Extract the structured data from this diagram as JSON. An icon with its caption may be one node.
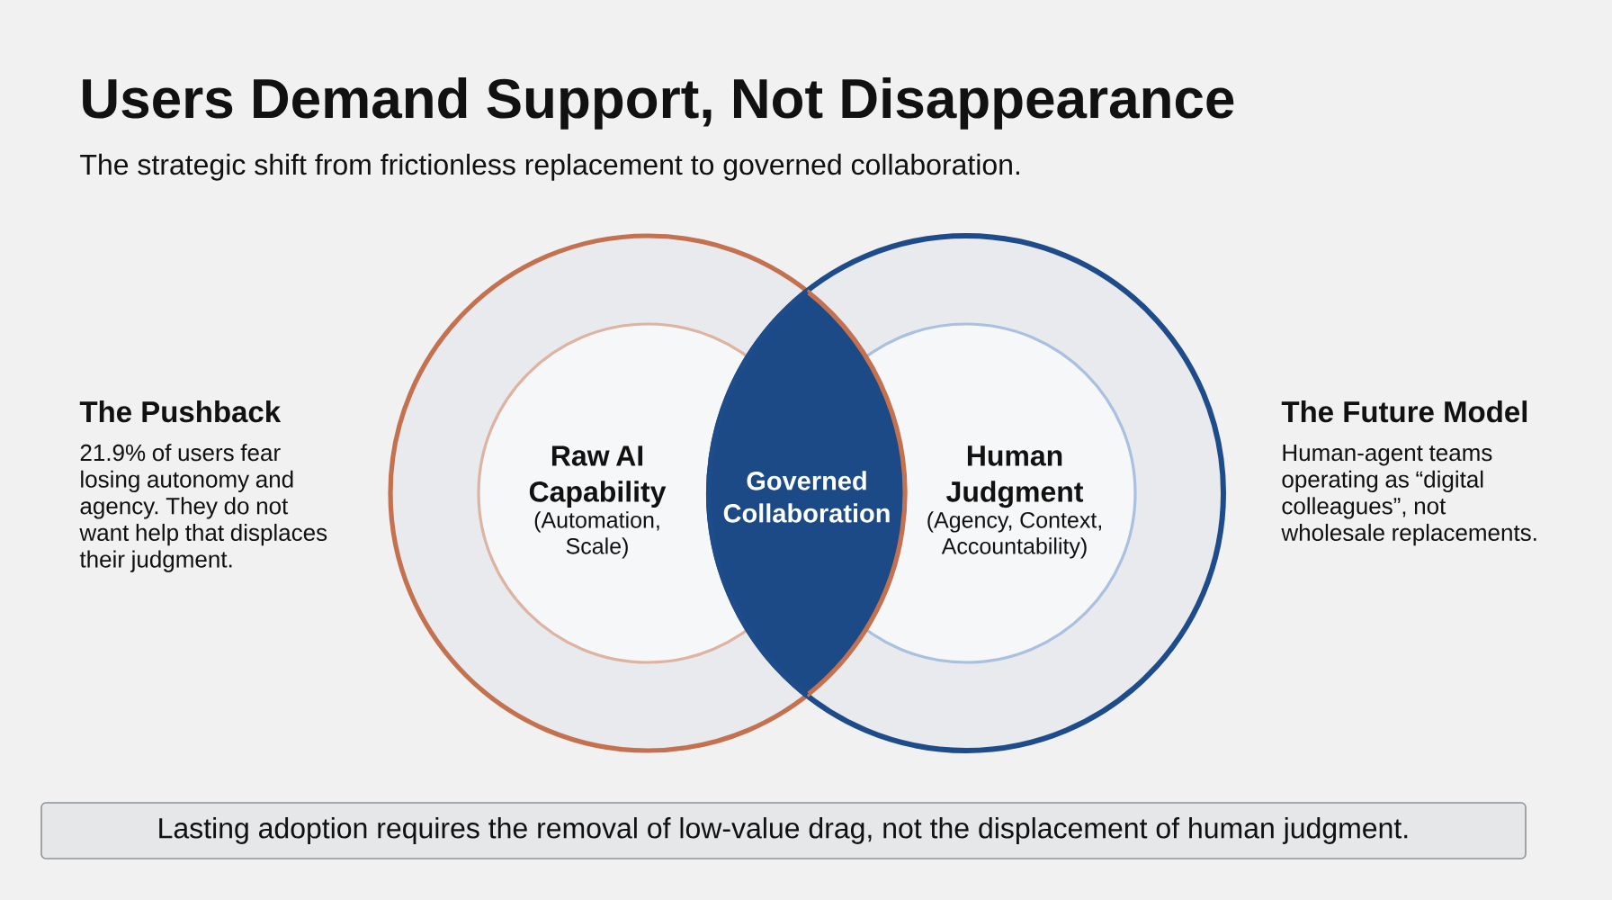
{
  "diagram": {
    "title": "Users Demand Support, Not Disappearance",
    "nodes": [
      {
        "text": [
          "Raw AI Capability",
          "(Automation, Scale)"
        ]
      },
      {
        "text": [
          "Governed Collaboration"
        ]
      },
      {
        "text": [
          "Human Judgment",
          "(Agency, Context, Accountability)"
        ]
      },
      {
        "text": [
          "Lasting adoption requires the removal of low-value drag, not the displacement of human judgment."
        ]
      }
    ],
    "labels": [
      "The strategic shift from frictionless replacement to governed collaboration.",
      "The Pushback",
      "21.9% of users fear losing autonomy and agency. They do not want help that displaces their judgment.",
      "The Future Model",
      "Human-agent teams operating as “digital colleagues”, not wholesale replacements."
    ]
  }
}
